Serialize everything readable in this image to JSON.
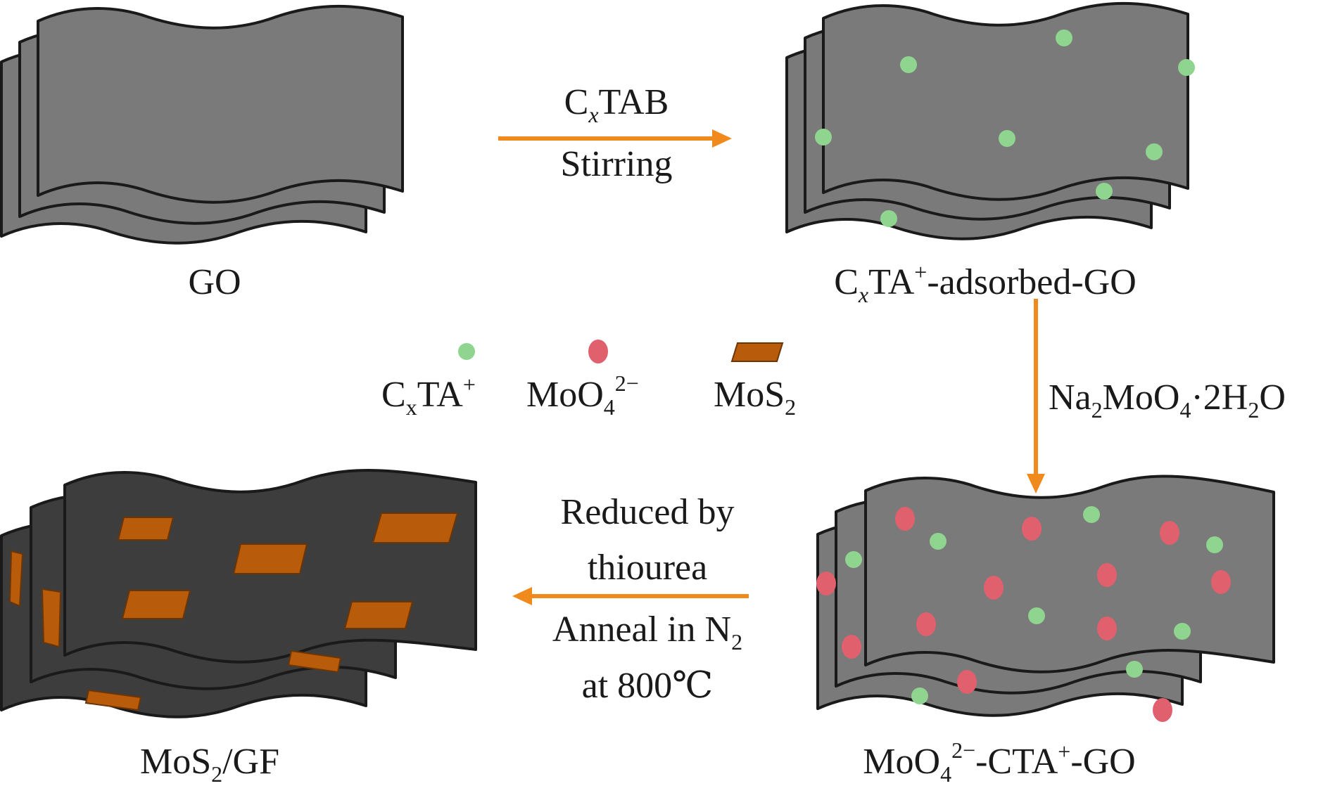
{
  "labels": {
    "go": "GO",
    "ctab_adsorbed": {
      "pre": "C",
      "sub": "x",
      "mid": "TA",
      "sup": "+",
      "post": "-adsorbed-GO"
    },
    "moo4_cta_go": {
      "a": "MoO",
      "sub": "4",
      "sup": "2−",
      "b": "-CTA",
      "sup2": "+",
      "c": "-GO"
    },
    "mos2_gf": {
      "a": "MoS",
      "sub": "2",
      "b": "/GF"
    }
  },
  "steps": {
    "step1": {
      "line1_pre": "C",
      "line1_sub": "x",
      "line1_post": "TAB",
      "line2": "Stirring"
    },
    "step2": {
      "a": "Na",
      "sub1": "2",
      "b": "MoO",
      "sub2": "4",
      "c": "·2H",
      "sub3": "2",
      "d": "O"
    },
    "step3": {
      "line1": "Reduced by",
      "line2": "thiourea",
      "line3_pre": "Anneal in N",
      "line3_sub": "2",
      "line4": "at 800℃"
    }
  },
  "legend": {
    "ctab": {
      "pre": "C",
      "sub": "x",
      "mid": "TA",
      "sup": "+"
    },
    "moo4": {
      "pre": "MoO",
      "sub": "4",
      "sup": "2−"
    },
    "mos2": {
      "pre": "MoS",
      "sub": "2"
    }
  },
  "colors": {
    "sheet_gray": "#7a7a7a",
    "sheet_dark": "#3d3d3d",
    "arrow_orange": "#f08a1c",
    "cta_green": "#8fd48f",
    "moo4_red": "#e0606e",
    "mos2_brown": "#b85c0c"
  }
}
